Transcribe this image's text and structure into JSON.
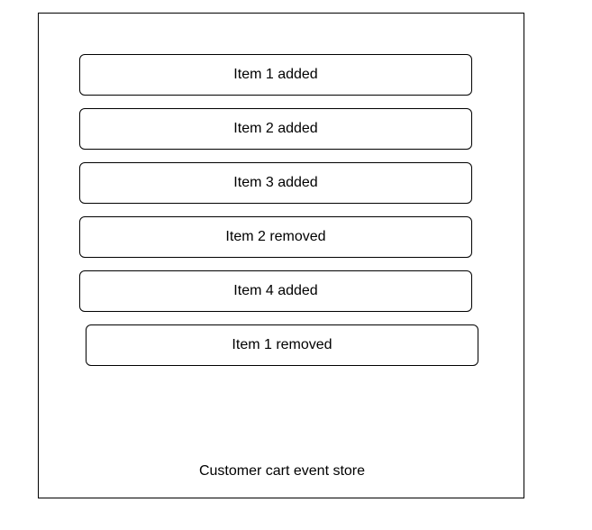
{
  "store": {
    "label": "Customer cart event store",
    "events": [
      {
        "label": "Item 1 added"
      },
      {
        "label": "Item 2 added"
      },
      {
        "label": "Item 3 added"
      },
      {
        "label": "Item 2 removed"
      },
      {
        "label": "Item 4 added"
      },
      {
        "label": "Item 1 removed"
      }
    ]
  }
}
